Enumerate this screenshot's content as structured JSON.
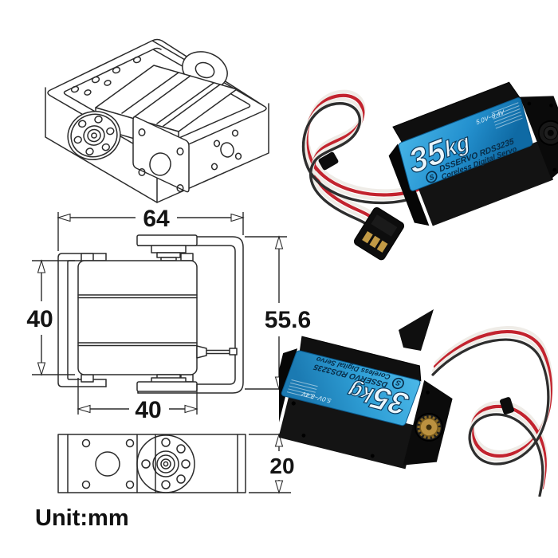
{
  "dimensions": {
    "top_width": "64",
    "left_height": "40",
    "right_height": "55.6",
    "bottom_width": "40",
    "plate_thickness": "20",
    "unit": "Unit:mm"
  },
  "servo_label": {
    "weight_number": "35",
    "weight_unit": "kg",
    "voltage": "5.0V~8.4V",
    "brand": "DSSERVO RDS3235",
    "subtitle": "Coreless Digital Servo",
    "logo": "S"
  },
  "colors": {
    "background": "#ffffff",
    "drawing_line": "#2b2b2b",
    "label_blue": "#2f9fd6",
    "label_blue_dark": "#1272a8",
    "label_text_dark": "#082c47",
    "servo_black": "#131313",
    "wire_red": "#c2232e",
    "wire_white": "#efece7",
    "wire_dark": "#2e2e2e",
    "brass": "#bb9140"
  }
}
